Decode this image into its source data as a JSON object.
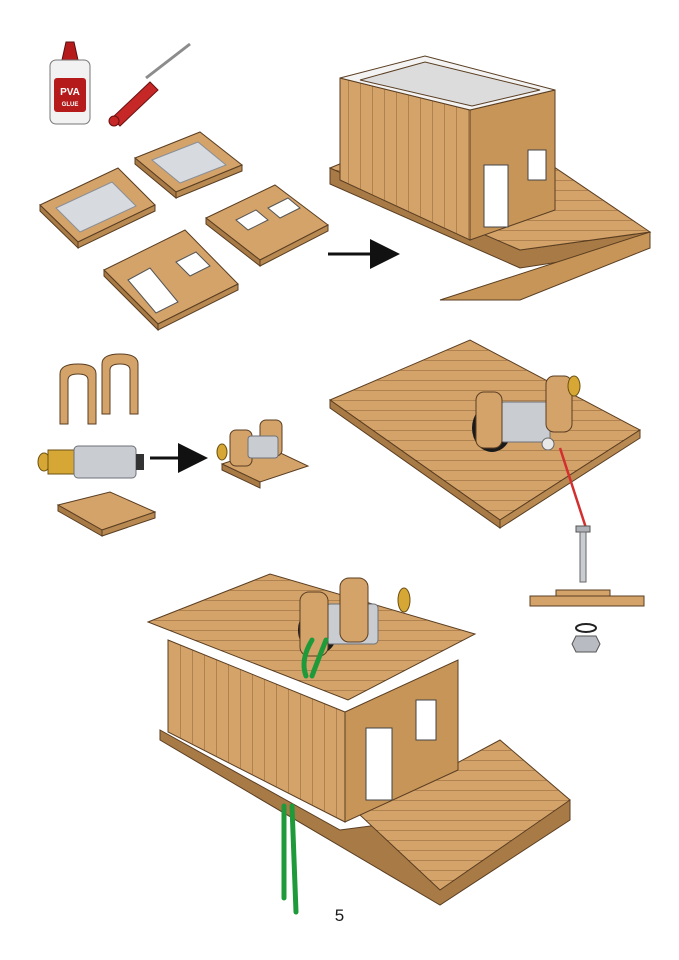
{
  "page": {
    "number": "5"
  },
  "glue_bottle": {
    "brand": "PVA",
    "label": "GLUE"
  },
  "colors": {
    "wood": "#d4a36a",
    "wood_dark": "#a87a45",
    "wood_edge": "#5a3e22",
    "glue_red": "#b51b1b",
    "screwdriver_red": "#c62828",
    "arrow": "#111111",
    "pointer_red": "#d32f2f",
    "wire_green": "#1f9a3a",
    "motor_silver": "#c9ccd1",
    "brass": "#d6a735"
  },
  "steps": [
    {
      "id": "assemble-walls"
    },
    {
      "id": "assemble-motor-mount"
    },
    {
      "id": "fit-motor-to-base"
    },
    {
      "id": "final-assembly"
    }
  ]
}
